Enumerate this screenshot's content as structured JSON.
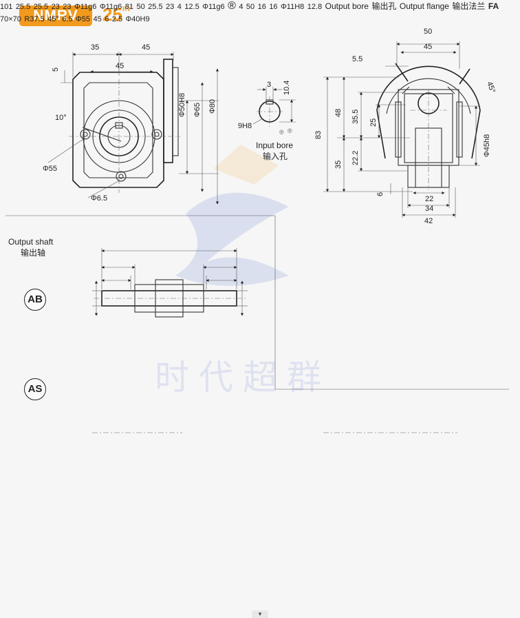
{
  "header": {
    "brand": "NMRV",
    "model": "25",
    "model_suffix": "RV"
  },
  "watermark": {
    "text": "时代超群",
    "color": "#3a5bc7"
  },
  "colors": {
    "accent": "#f29a1d",
    "line": "#222222"
  },
  "front_view": {
    "dim_35": "35",
    "dim_45_top": "45",
    "dim_45_inner": "45",
    "dim_5": "5",
    "dim_10deg": "10°",
    "dim_phi50": "Φ50H8",
    "dim_phi65": "Φ65",
    "dim_phi80": "Φ80",
    "dim_phi55": "Φ55",
    "dim_phi6_5": "Φ6.5"
  },
  "input_bore": {
    "title": "Input bore",
    "title_cn": "输入孔",
    "dim_3": "3",
    "dim_10_4": "10.4",
    "dim_9h8": "9H8"
  },
  "side_view": {
    "dim_50": "50",
    "dim_45": "45",
    "dim_5_5": "5.5",
    "dim_45deg": "45°",
    "dim_48": "48",
    "dim_35_5": "35.5",
    "dim_25": "25",
    "dim_83": "83",
    "dim_35": "35",
    "dim_22_2": "22.2",
    "dim_6": "6",
    "dim_22": "22",
    "dim_34": "34",
    "dim_42": "42",
    "dim_phi45": "Φ45h8"
  },
  "output_shaft": {
    "title": "Output shaft",
    "title_cn": "输出轴",
    "ab": {
      "badge": "AB",
      "dim_101": "101",
      "dim_25_5_left": "25.5",
      "dim_25_5_right": "25.5",
      "dim_23_left": "23",
      "dim_23_right": "23",
      "dim_phi11_left": "Φ11g6",
      "dim_phi11_right": "Φ11g6"
    },
    "as": {
      "badge": "AS",
      "dim_81": "81",
      "dim_50": "50",
      "dim_25_5": "25.5",
      "dim_23": "23",
      "dim_4": "4",
      "dim_12_5": "12.5",
      "dim_phi11": "Φ11g6"
    }
  },
  "output_bore": {
    "title": "Output bore",
    "title_cn": "输出孔",
    "dim_4": "4",
    "dim_50": "50",
    "dim_16_left": "16",
    "dim_16_right": "16",
    "dim_11h8": "Φ11H8",
    "dim_12_8": "12.8"
  },
  "output_flange": {
    "title": "Output flange",
    "title_cn": "输出法兰",
    "code": "FA",
    "dim_70x70": "70×70",
    "dim_r37_5": "R37.5",
    "dim_45deg": "45°",
    "dim_6_5": "6.5",
    "dim_phi55": "Φ55",
    "dim_45": "45",
    "dim_6": "6",
    "dim_2_5": "2.5",
    "dim_phi40": "Φ40H9"
  }
}
